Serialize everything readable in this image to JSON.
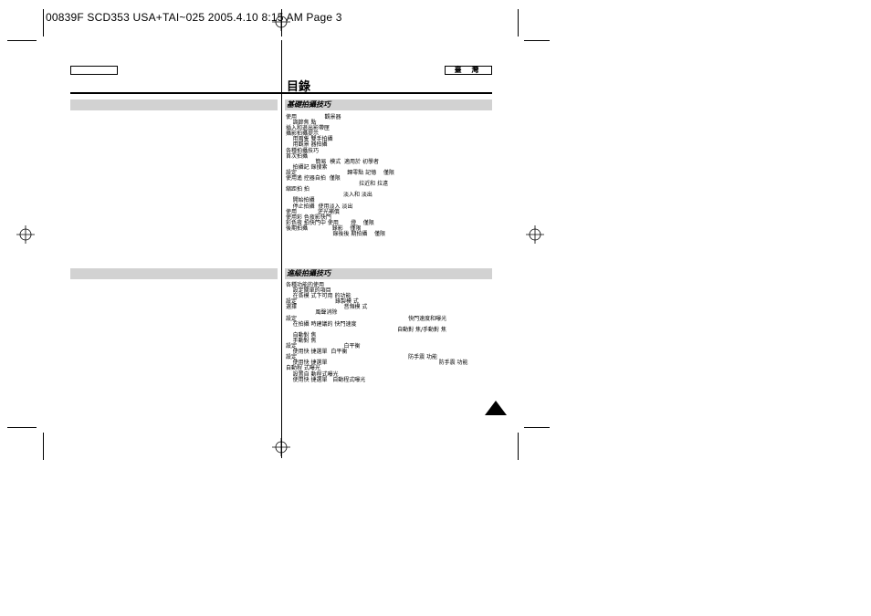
{
  "print_slug": "00839F SCD353 USA+TAI~025  2005.4.10  8:15 AM  Page 3",
  "language_tab": "臺 灣",
  "page_title": "目錄",
  "sections": [
    {
      "title": "基礎拍攝技巧",
      "items": [
        "使用                觀景器",
        "    調節焦 點",
        "插入和退出影帶匣",
        "攝影拍攝提示",
        "    用兩隻 雙手拍攝",
        "    用觀景 器拍攝",
        "各種拍攝技巧",
        "首次拍攝",
        "                 簡易  模式  適用於 初學者",
        "    拍攝記 錄搜索",
        "設定                             歸零點 記憶    僅限",
        "使用遙 控器自拍  僅限",
        "                                          拉近和 拉遠",
        "縮距拍 拍",
        "                                 淡入和 淡出",
        "    開始拍攝",
        "    停止拍攝  使用淡入 淡出",
        "使用            逆光補償",
        "使用彩 色夜影快門",
        "彩色夜 拍快門中 使用       燈    僅限",
        "後期拍攝              錄影    僅限",
        "                           錄後後 期拍攝    僅限"
      ]
    },
    {
      "title": "進級拍攝技巧",
      "items": [
        "各種功能的使用",
        "    設定關單的項目",
        "    在各模 式下可用 的功能",
        "設定                      錄製模 式",
        "選擇                           音頻模 式",
        "                 風聲消除",
        "設定                                                                快門速度和曝光",
        "    在拍攝 時建議的 快門速度",
        "                                                                自動對 焦/手動對 焦",
        "    自動對 焦",
        "    手動對 焦",
        "設定                           白平衡",
        "    使用快 捷選單  白平衡",
        "設定                                                                防手震 功能",
        "    使用快 捷選單                                                                防手震 功能",
        "自動程 式曝光",
        "    設置自 動程式曝光",
        "    使用快 捷選單   自動程式曝光"
      ]
    }
  ]
}
